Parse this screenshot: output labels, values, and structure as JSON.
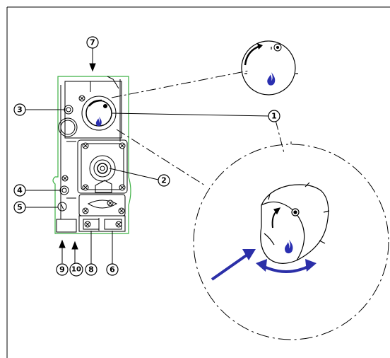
{
  "callouts": [
    {
      "id": "1",
      "label": "1"
    },
    {
      "id": "2",
      "label": "2"
    },
    {
      "id": "3",
      "label": "3"
    },
    {
      "id": "4",
      "label": "4"
    },
    {
      "id": "5",
      "label": "5"
    },
    {
      "id": "6",
      "label": "6"
    },
    {
      "id": "7",
      "label": "7"
    },
    {
      "id": "8",
      "label": "8"
    },
    {
      "id": "9",
      "label": "9"
    },
    {
      "id": "10",
      "label": "10"
    }
  ],
  "colors": {
    "line": "#000000",
    "outline_green": "#3cb043",
    "flame_blue": "#2a2fb0",
    "arrow_blue": "#2b2fa8"
  },
  "icons": {
    "flame": "flame-icon",
    "rotate": "rotate-arrow-icon",
    "push": "push-arrow-icon"
  }
}
